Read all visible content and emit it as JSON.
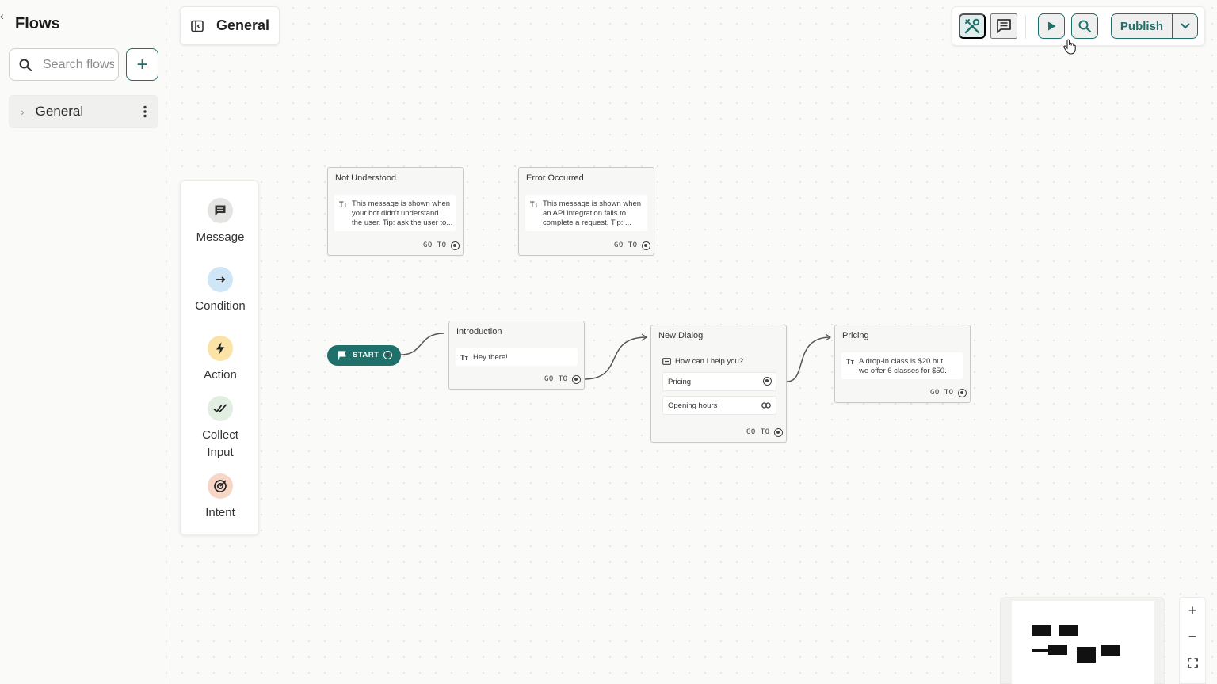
{
  "sidebar": {
    "close_glyph": "‹",
    "title": "Flows",
    "search_placeholder": "Search flows",
    "add_label": "+",
    "flows": [
      {
        "label": "General"
      }
    ]
  },
  "header": {
    "title": "General"
  },
  "toolbar": {
    "publish_label": "Publish",
    "icons": [
      "tools-icon",
      "chat-icon",
      "play-icon",
      "search-icon",
      "chevron-down-icon"
    ]
  },
  "palette": [
    {
      "label": "Message",
      "icon": "message-icon",
      "color": "#e4e4e2"
    },
    {
      "label": "Condition",
      "icon": "arrow-right-icon",
      "color": "#cfe6f6"
    },
    {
      "label": "Action",
      "icon": "lightning-icon",
      "color": "#fbe2a6"
    },
    {
      "label": "Collect Input",
      "icon": "double-check-icon",
      "color": "#e3eee2"
    },
    {
      "label": "Intent",
      "icon": "target-icon",
      "color": "#f7d6c6"
    }
  ],
  "nodes": {
    "not_understood": {
      "title": "Not Understood",
      "text_line1": "This message is shown when",
      "text_line2": "your bot didn't understand",
      "text_line3": "the user. Tip: ask the user to...",
      "goto": "GO TO"
    },
    "error_occurred": {
      "title": "Error Occurred",
      "text_line1": "This message is shown when",
      "text_line2": "an API integration fails to",
      "text_line3": "complete a request. Tip: ...",
      "goto": "GO TO"
    },
    "start": {
      "label": "START"
    },
    "introduction": {
      "title": "Introduction",
      "text": "Hey there!",
      "goto": "GO TO"
    },
    "new_dialog": {
      "title": "New Dialog",
      "question": "How can I help you?",
      "choices": [
        "Pricing",
        "Opening hours"
      ],
      "goto": "GO TO"
    },
    "pricing": {
      "title": "Pricing",
      "text_line1": "A drop-in class is $20 but",
      "text_line2": "we offer 6 classes for $50.",
      "goto": "GO TO"
    }
  },
  "text_type_glyph": "Tт",
  "zoom": {
    "in": "+",
    "out": "−"
  },
  "colors": {
    "accent": "#1f6f6a",
    "canvas": "#fafaf8"
  }
}
